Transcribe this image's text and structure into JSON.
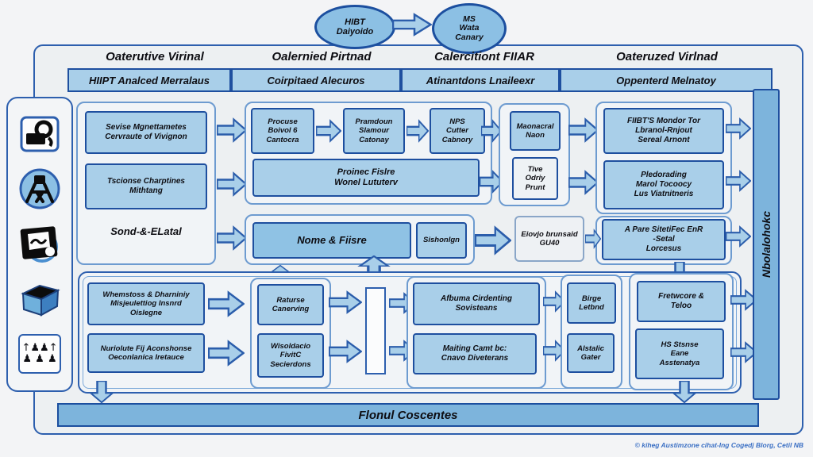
{
  "top": {
    "ellipse1": "HIBT\nDaiyoido",
    "ellipse2": "MS\nWata\nCanary"
  },
  "header": {
    "titles": [
      "Oaterutive Virinal",
      "Oalernied Pirtnad",
      "Calercitiont FIIAR",
      "Oateruzed Virlnad"
    ],
    "cells": [
      "HIIPT Analced Merralaus",
      "Coirpitaed Alecuros",
      "Atinantdons Lnaileexr",
      "Oppenterd Melnatoy"
    ]
  },
  "sidebar": {
    "icons": [
      "scanner-camera",
      "robot-claw",
      "photo-hazard",
      "storage-box",
      "pieces-arrows"
    ],
    "pieces_row1": "↑♟♟↑",
    "pieces_row2": "♟ ♟ ♟"
  },
  "left_top": {
    "box1": "Sevise Mgnettametes\nCervraute of Vivignon",
    "box2": "Tscionse Charptines\nMithtang",
    "label": "Sond-&-ELatal"
  },
  "left_bottom": {
    "box1": "Whemstoss & Dharniniy\nMisjeulettiog Insnrd\nOislegne",
    "box2": "Nuriolute Fij Aconshonse\nOeconlanica Iretauce"
  },
  "pipeline": {
    "row1": [
      "Procuse\nBoivol 6\nCantocra",
      "Pramdoun\nSlamour\nCatonay",
      "NPS\nCutter\nCabnory"
    ],
    "row2_wide": "Proinec Fislre\nWonel Lututerv",
    "mid_col": [
      "Maonacral\nNaon",
      "Tive\nOdriy\nPrunt"
    ],
    "right_col": [
      "FIIBT'S Mondor Tor\nLbranol-Rnjout\nSereal Arnont",
      "Pledorading\nMarol Tocoocy\nLus Viatnitneris",
      "A Pare SitetiFec EnR\n-Setal\nLorcesus"
    ]
  },
  "row3": {
    "wide": "Nome & Fiisre",
    "small": "Sishonlgn",
    "output": "Eiovjo brunsaid\nGU40"
  },
  "bottom_row": {
    "group1": [
      "Raturse\nCanerving",
      "Wisoldacio\nFivitC\nSecierdons"
    ],
    "group2": [
      "Afbuma Cirdenting\nSovisteans",
      "Maiting Camt bc:\nCnavo Diveterans"
    ],
    "group3": [
      "Birge\nLetbnd",
      "Alstalic\nGater"
    ],
    "group4": [
      "Fretwcore &\nTeloo",
      "HS Stsnse\nEane\nAsstenatya"
    ]
  },
  "right_bar": "Nbolalohokc",
  "bottom_bar": "Flonul Coscentes",
  "caption": "© kiheg Austimzone cihat-Ing Cogedj Blorg, Cetil NB",
  "colors": {
    "box_fill": "#a9cfe9",
    "box_border": "#1e4f9f",
    "arrow_fill": "#a9cfe9",
    "arrow_border": "#2b5dab",
    "bar_fill": "#7db4dc",
    "background": "#f3f4f6"
  }
}
